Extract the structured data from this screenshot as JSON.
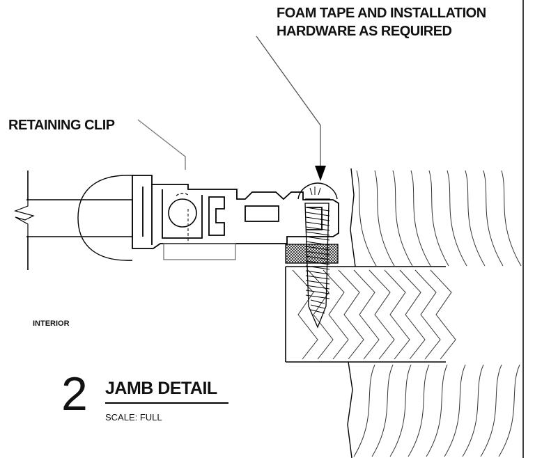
{
  "notes": {
    "foam_tape_line1": "FOAM TAPE AND INSTALLATION",
    "foam_tape_line2": "HARDWARE AS REQUIRED",
    "retaining_clip": "RETAINING CLIP",
    "interior": "INTERIOR"
  },
  "detail": {
    "number": "2",
    "title": "JAMB DETAIL",
    "scale": "SCALE:  FULL"
  },
  "colors": {
    "line": "#000000",
    "background": "#ffffff",
    "hatch": "#333333"
  }
}
